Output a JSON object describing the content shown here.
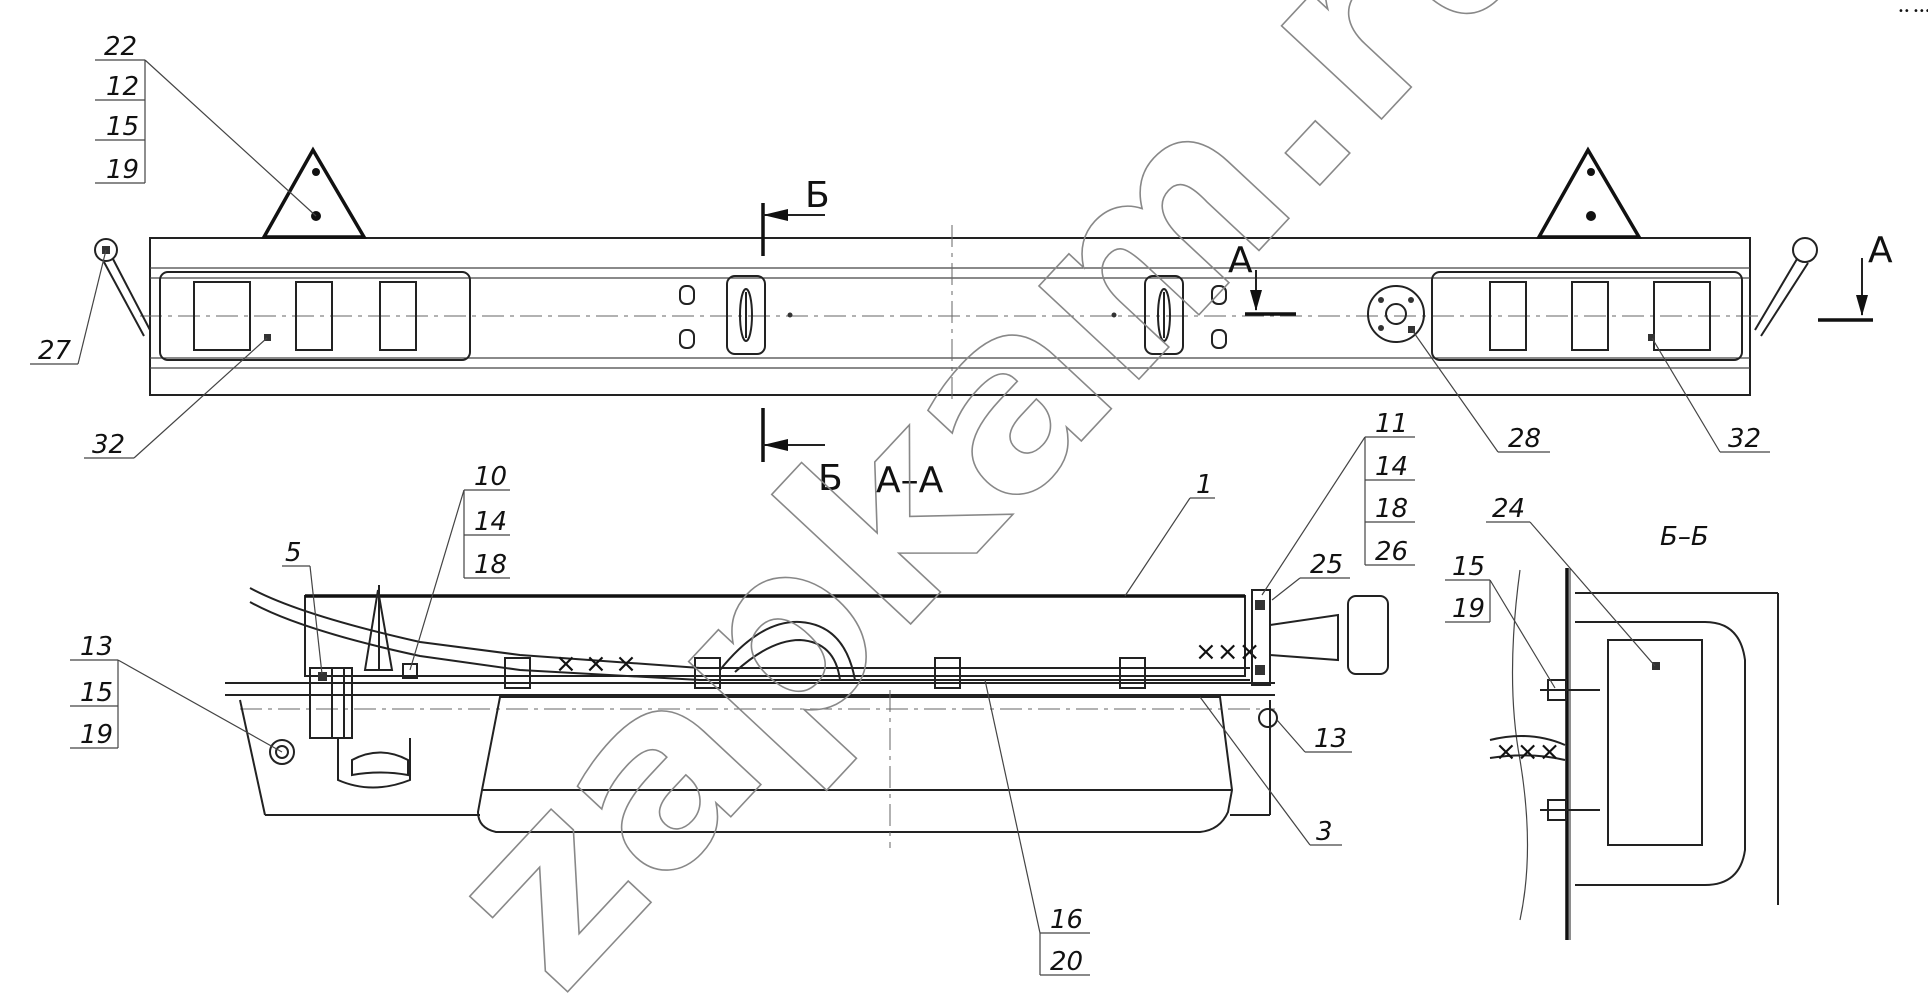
{
  "watermark": "zapkam.ru",
  "corner_mark": "•• •••",
  "section_labels": {
    "b_top": "Б",
    "b_bottom": "Б",
    "a_left": "А",
    "a_right": "А",
    "section_aa": "А–А",
    "section_bb": "Б–Б"
  },
  "callouts": {
    "c22": "22",
    "c12": "12",
    "c15a": "15",
    "c19a": "19",
    "c27": "27",
    "c32a": "32",
    "c32b": "32",
    "c28": "28",
    "c11": "11",
    "c14a": "14",
    "c18a": "18",
    "c26": "26",
    "c10": "10",
    "c14b": "14",
    "c18b": "18",
    "c5": "5",
    "c1": "1",
    "c25": "25",
    "c13a": "13",
    "c15b": "15",
    "c19b": "19",
    "c13b": "13",
    "c3": "3",
    "c16": "16",
    "c20": "20",
    "c24": "24",
    "c15c": "15",
    "c19c": "19"
  }
}
